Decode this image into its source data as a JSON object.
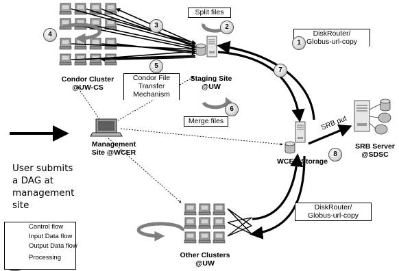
{
  "labels": {
    "condor_cluster": [
      "Condor Cluster",
      "@UW-CS"
    ],
    "staging_site": [
      "Staging Site",
      "@UW"
    ],
    "management_site": [
      "Management",
      "Site @WCER"
    ],
    "wcer_storage": "WCER Storage",
    "srb_server": [
      "SRB Server",
      "@SDSC"
    ],
    "other_clusters": [
      "Other Clusters",
      "@UW"
    ],
    "condor_file_transfer": [
      "Condor File",
      "Transfer",
      "Mechanism"
    ],
    "srb_put": "SRB put"
  },
  "boxes": {
    "split_files": "Split files",
    "merge_files": "Merge files",
    "diskrouter_top": [
      "DiskRouter/",
      "Globus-url-copy"
    ],
    "diskrouter_bottom": [
      "DiskRouter/",
      "Globus-url-copy"
    ]
  },
  "user_text": [
    "User submits",
    "a DAG at",
    "management",
    "site"
  ],
  "steps": [
    "1",
    "2",
    "3",
    "4",
    "5",
    "6",
    "7",
    "8"
  ],
  "legend": {
    "control_flow": "Control flow",
    "input_flow": "Input Data flow",
    "output_flow": "Output Data flow",
    "processing": "Processing"
  },
  "colors": {
    "arrow_grey": "#7f7f7f",
    "outline": "#000000",
    "computer_grey": "#9a9a9a"
  }
}
